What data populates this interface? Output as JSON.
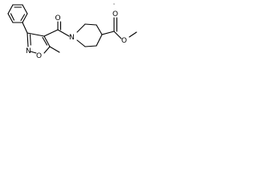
{
  "molecule": {
    "atoms": {
      "oxygen_ketone": "O",
      "oxygen_ester_carbonyl": "O",
      "oxygen_ester_methoxy": "O",
      "oxygen_isoxazole": "O",
      "nitrogen_isoxazole": "N",
      "nitrogen_piperidine": "N"
    }
  }
}
